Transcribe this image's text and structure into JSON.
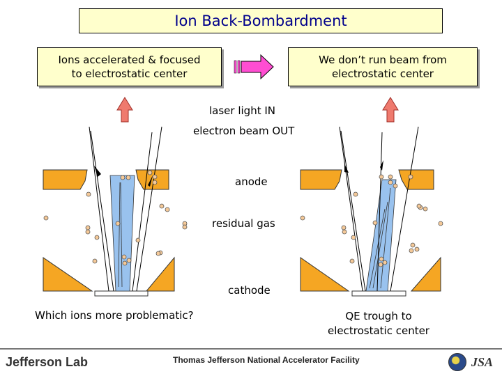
{
  "title": "Ion Back-Bombardment",
  "left_box": {
    "line1": "Ions accelerated & focused",
    "line2": "to electrostatic center"
  },
  "right_box": {
    "line1": "We don’t run beam from",
    "line2": "electrostatic center"
  },
  "labels": {
    "laser": "laser light IN",
    "electron": "electron beam OUT",
    "anode": "anode",
    "residual_gas": "residual gas",
    "cathode": "cathode",
    "question": "Which ions more problematic?",
    "qe_line1": "QE trough to",
    "qe_line2": "electrostatic center"
  },
  "footer": {
    "lab_name": "Jefferson Lab",
    "facility": "Thomas Jefferson National Accelerator Facility",
    "logo_text": "JSA"
  },
  "colors": {
    "electrode": "#f5a623",
    "ion": "#f5c998",
    "beam": "#99c2ee",
    "arrow_up": "#ef7a6e",
    "arrow_right": "#ff4dd2"
  },
  "icons": {
    "seal": "doe-seal-icon",
    "jsa": "jsa-logo-icon"
  }
}
